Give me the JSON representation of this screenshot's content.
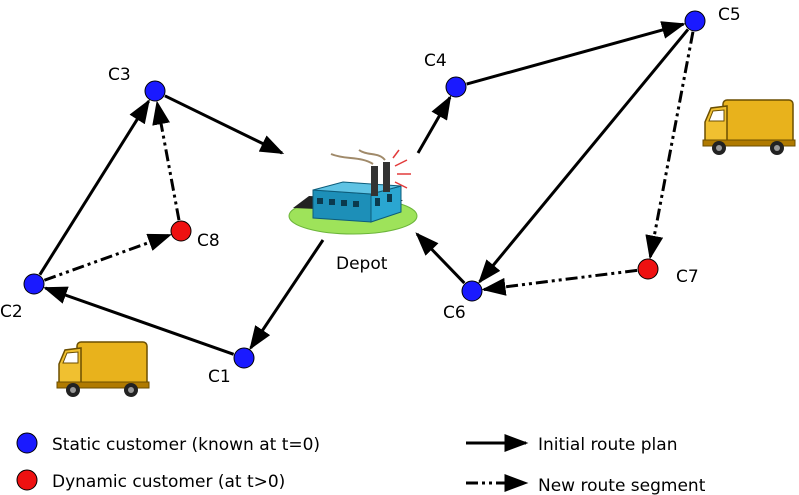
{
  "depot": {
    "label": "Depot"
  },
  "customers": [
    {
      "id": "C1",
      "label": "C1",
      "type": "static"
    },
    {
      "id": "C2",
      "label": "C2",
      "type": "static"
    },
    {
      "id": "C3",
      "label": "C3",
      "type": "static"
    },
    {
      "id": "C4",
      "label": "C4",
      "type": "static"
    },
    {
      "id": "C5",
      "label": "C5",
      "type": "static"
    },
    {
      "id": "C6",
      "label": "C6",
      "type": "static"
    },
    {
      "id": "C7",
      "label": "C7",
      "type": "dynamic"
    },
    {
      "id": "C8",
      "label": "C8",
      "type": "dynamic"
    }
  ],
  "initial_route": [
    [
      "Depot",
      "C1"
    ],
    [
      "C1",
      "C2"
    ],
    [
      "C2",
      "C3"
    ],
    [
      "C3",
      "Depot"
    ],
    [
      "Depot",
      "C4"
    ],
    [
      "C4",
      "C5"
    ],
    [
      "C5",
      "C6"
    ],
    [
      "C6",
      "Depot"
    ]
  ],
  "new_route": [
    [
      "C2",
      "C8"
    ],
    [
      "C8",
      "C3"
    ],
    [
      "C5",
      "C7"
    ],
    [
      "C7",
      "C6"
    ]
  ],
  "legend": {
    "static": "Static customer (known at t=0)",
    "dynamic": "Dynamic customer (at t>0)",
    "initial": "Initial route plan",
    "new": "New route segment"
  },
  "colors": {
    "static": "#1a1aff",
    "dynamic": "#ee1111",
    "van": "#e8b21c",
    "factory": "#1d8fb8",
    "ground": "#9ee35a"
  },
  "icons": [
    "factory-icon",
    "delivery-van-icon"
  ]
}
